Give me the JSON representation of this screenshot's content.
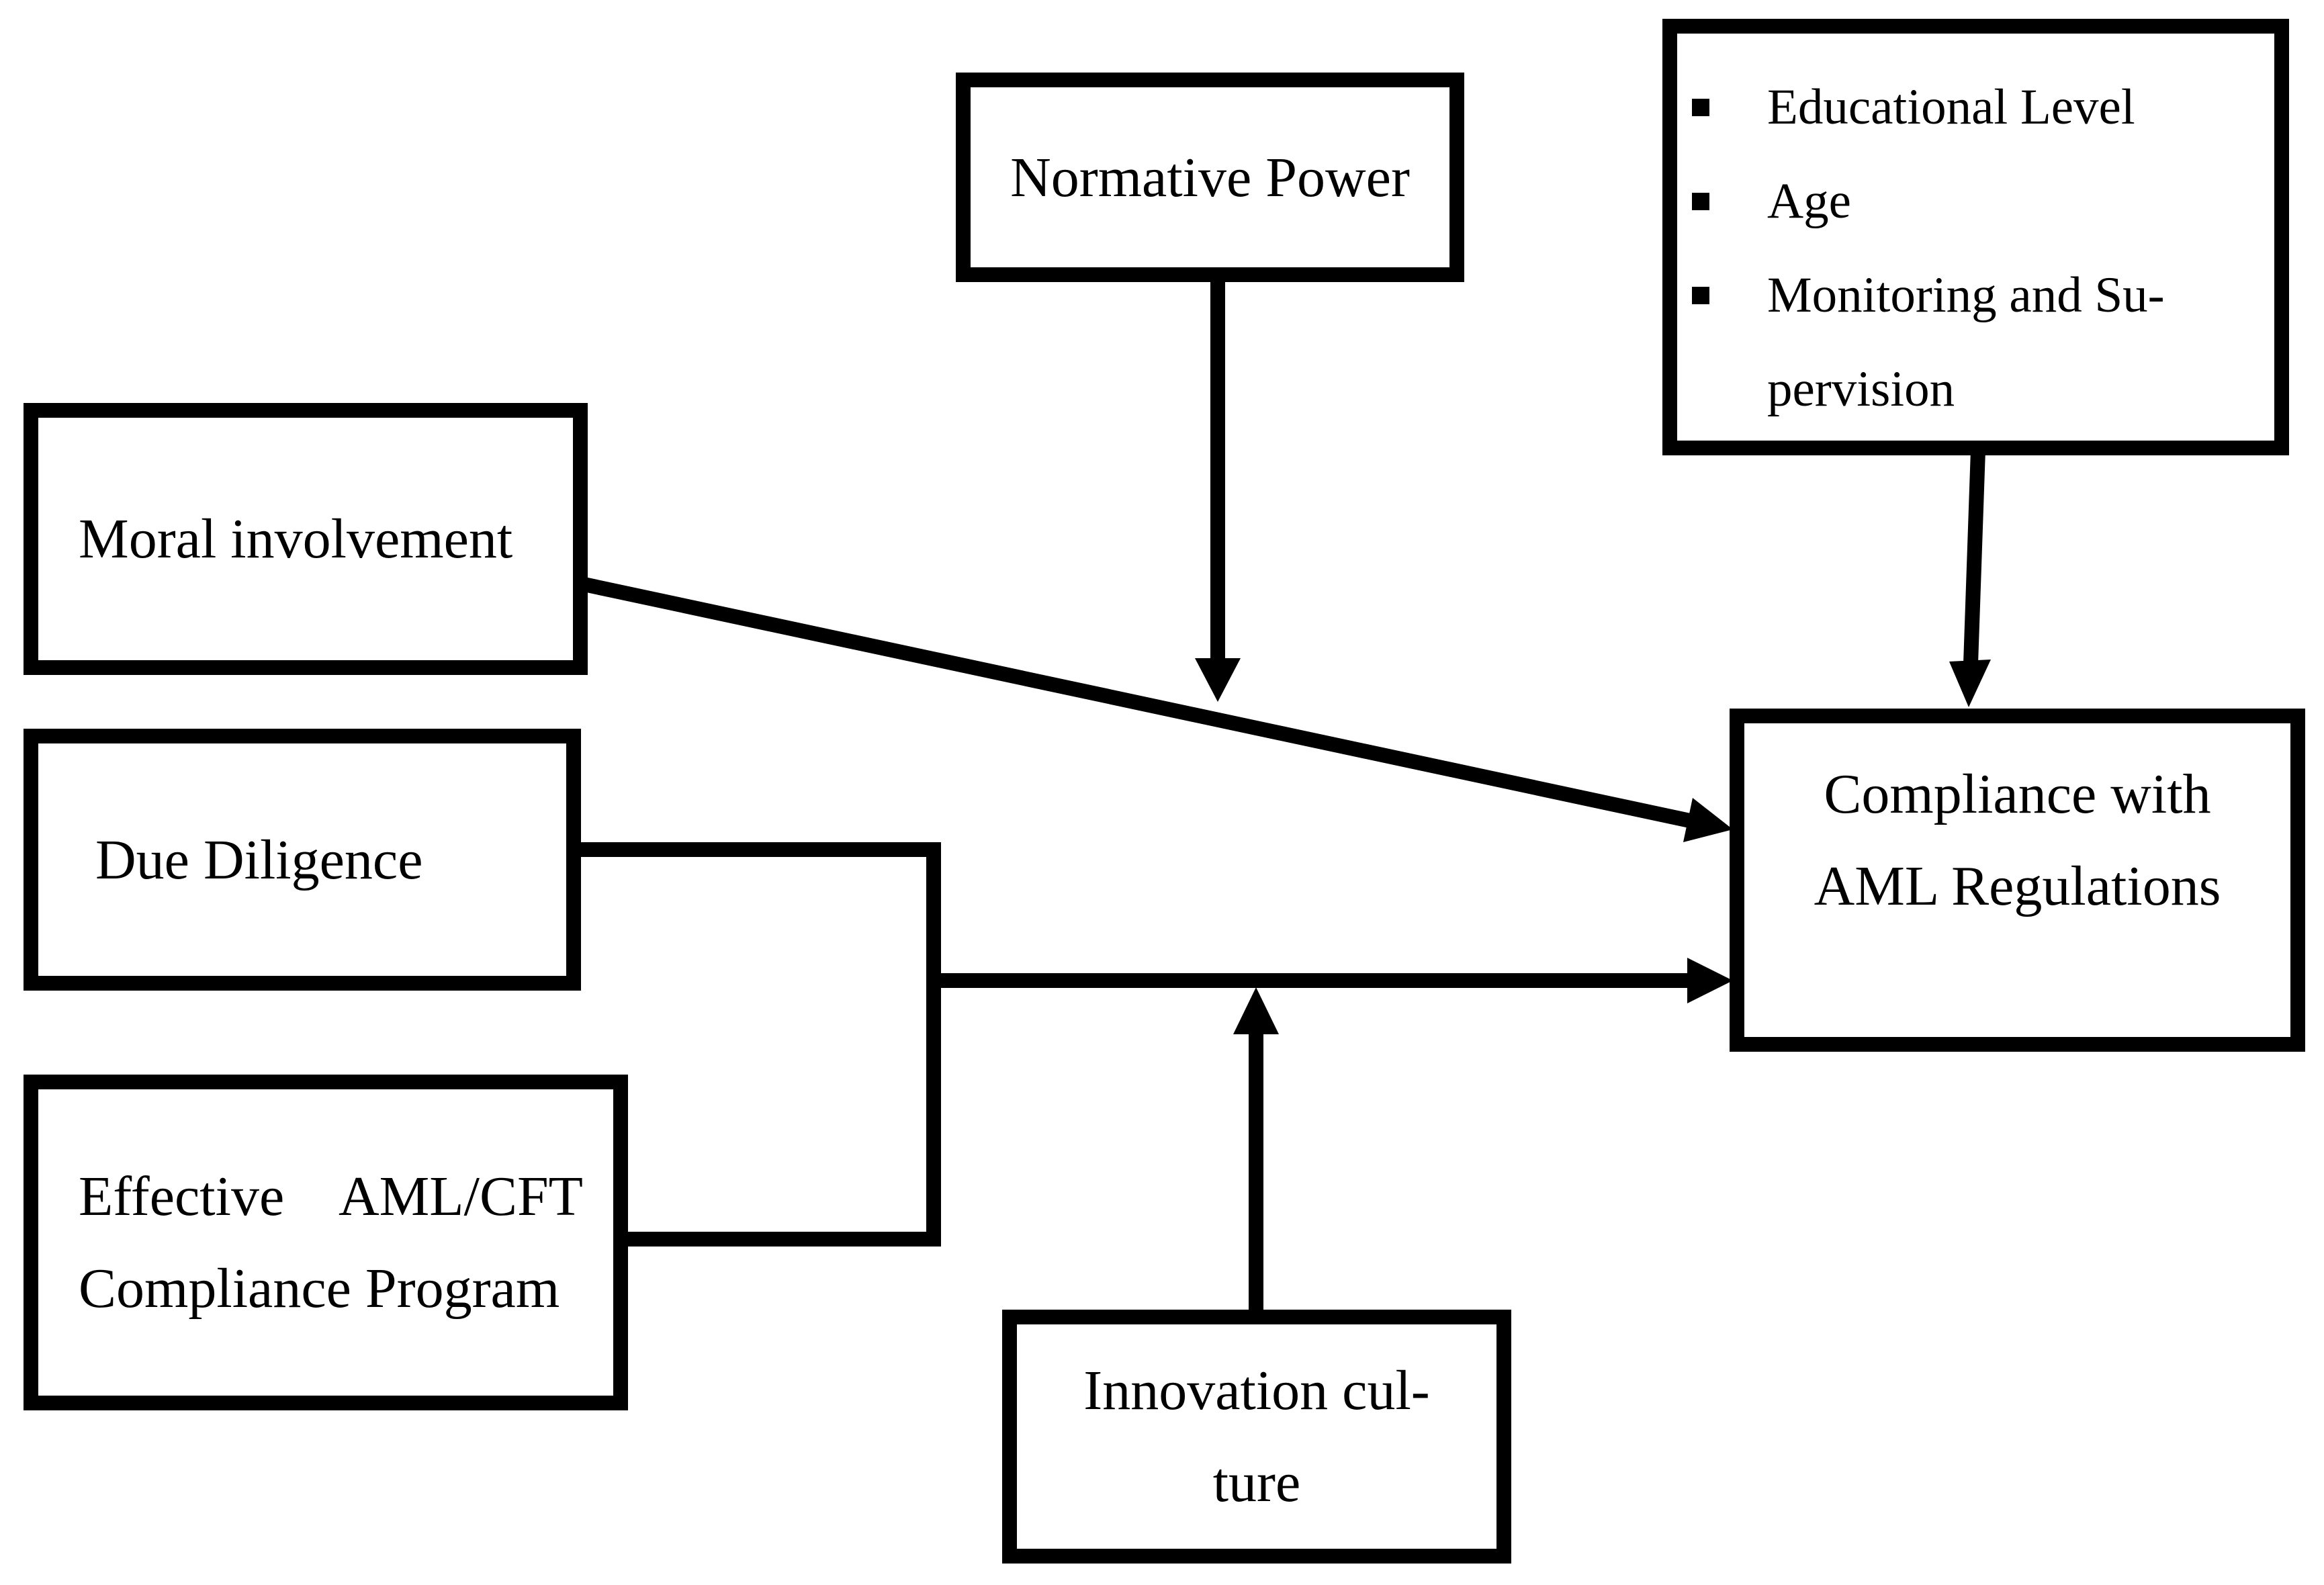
{
  "colors": {
    "ink": "#000000",
    "paper": "#ffffff"
  },
  "boxes": {
    "normative_power": {
      "label": "Normative Power"
    },
    "demographics": {
      "items": [
        {
          "line1": "Educational Level",
          "line2": ""
        },
        {
          "line1": "Age",
          "line2": ""
        },
        {
          "line1": "Monitoring and Su-",
          "line2": "pervision"
        }
      ]
    },
    "moral_involvement": {
      "label": "Moral involvement"
    },
    "due_diligence": {
      "label": "Due Diligence"
    },
    "effective_program": {
      "line1_left": "Effective",
      "line1_right": "AML/CFT",
      "line2": "Compliance Program"
    },
    "compliance": {
      "line1": "Compliance with",
      "line2": "AML Regulations"
    },
    "innovation_culture": {
      "line1": "Innovation cul-",
      "line2": "ture"
    }
  }
}
